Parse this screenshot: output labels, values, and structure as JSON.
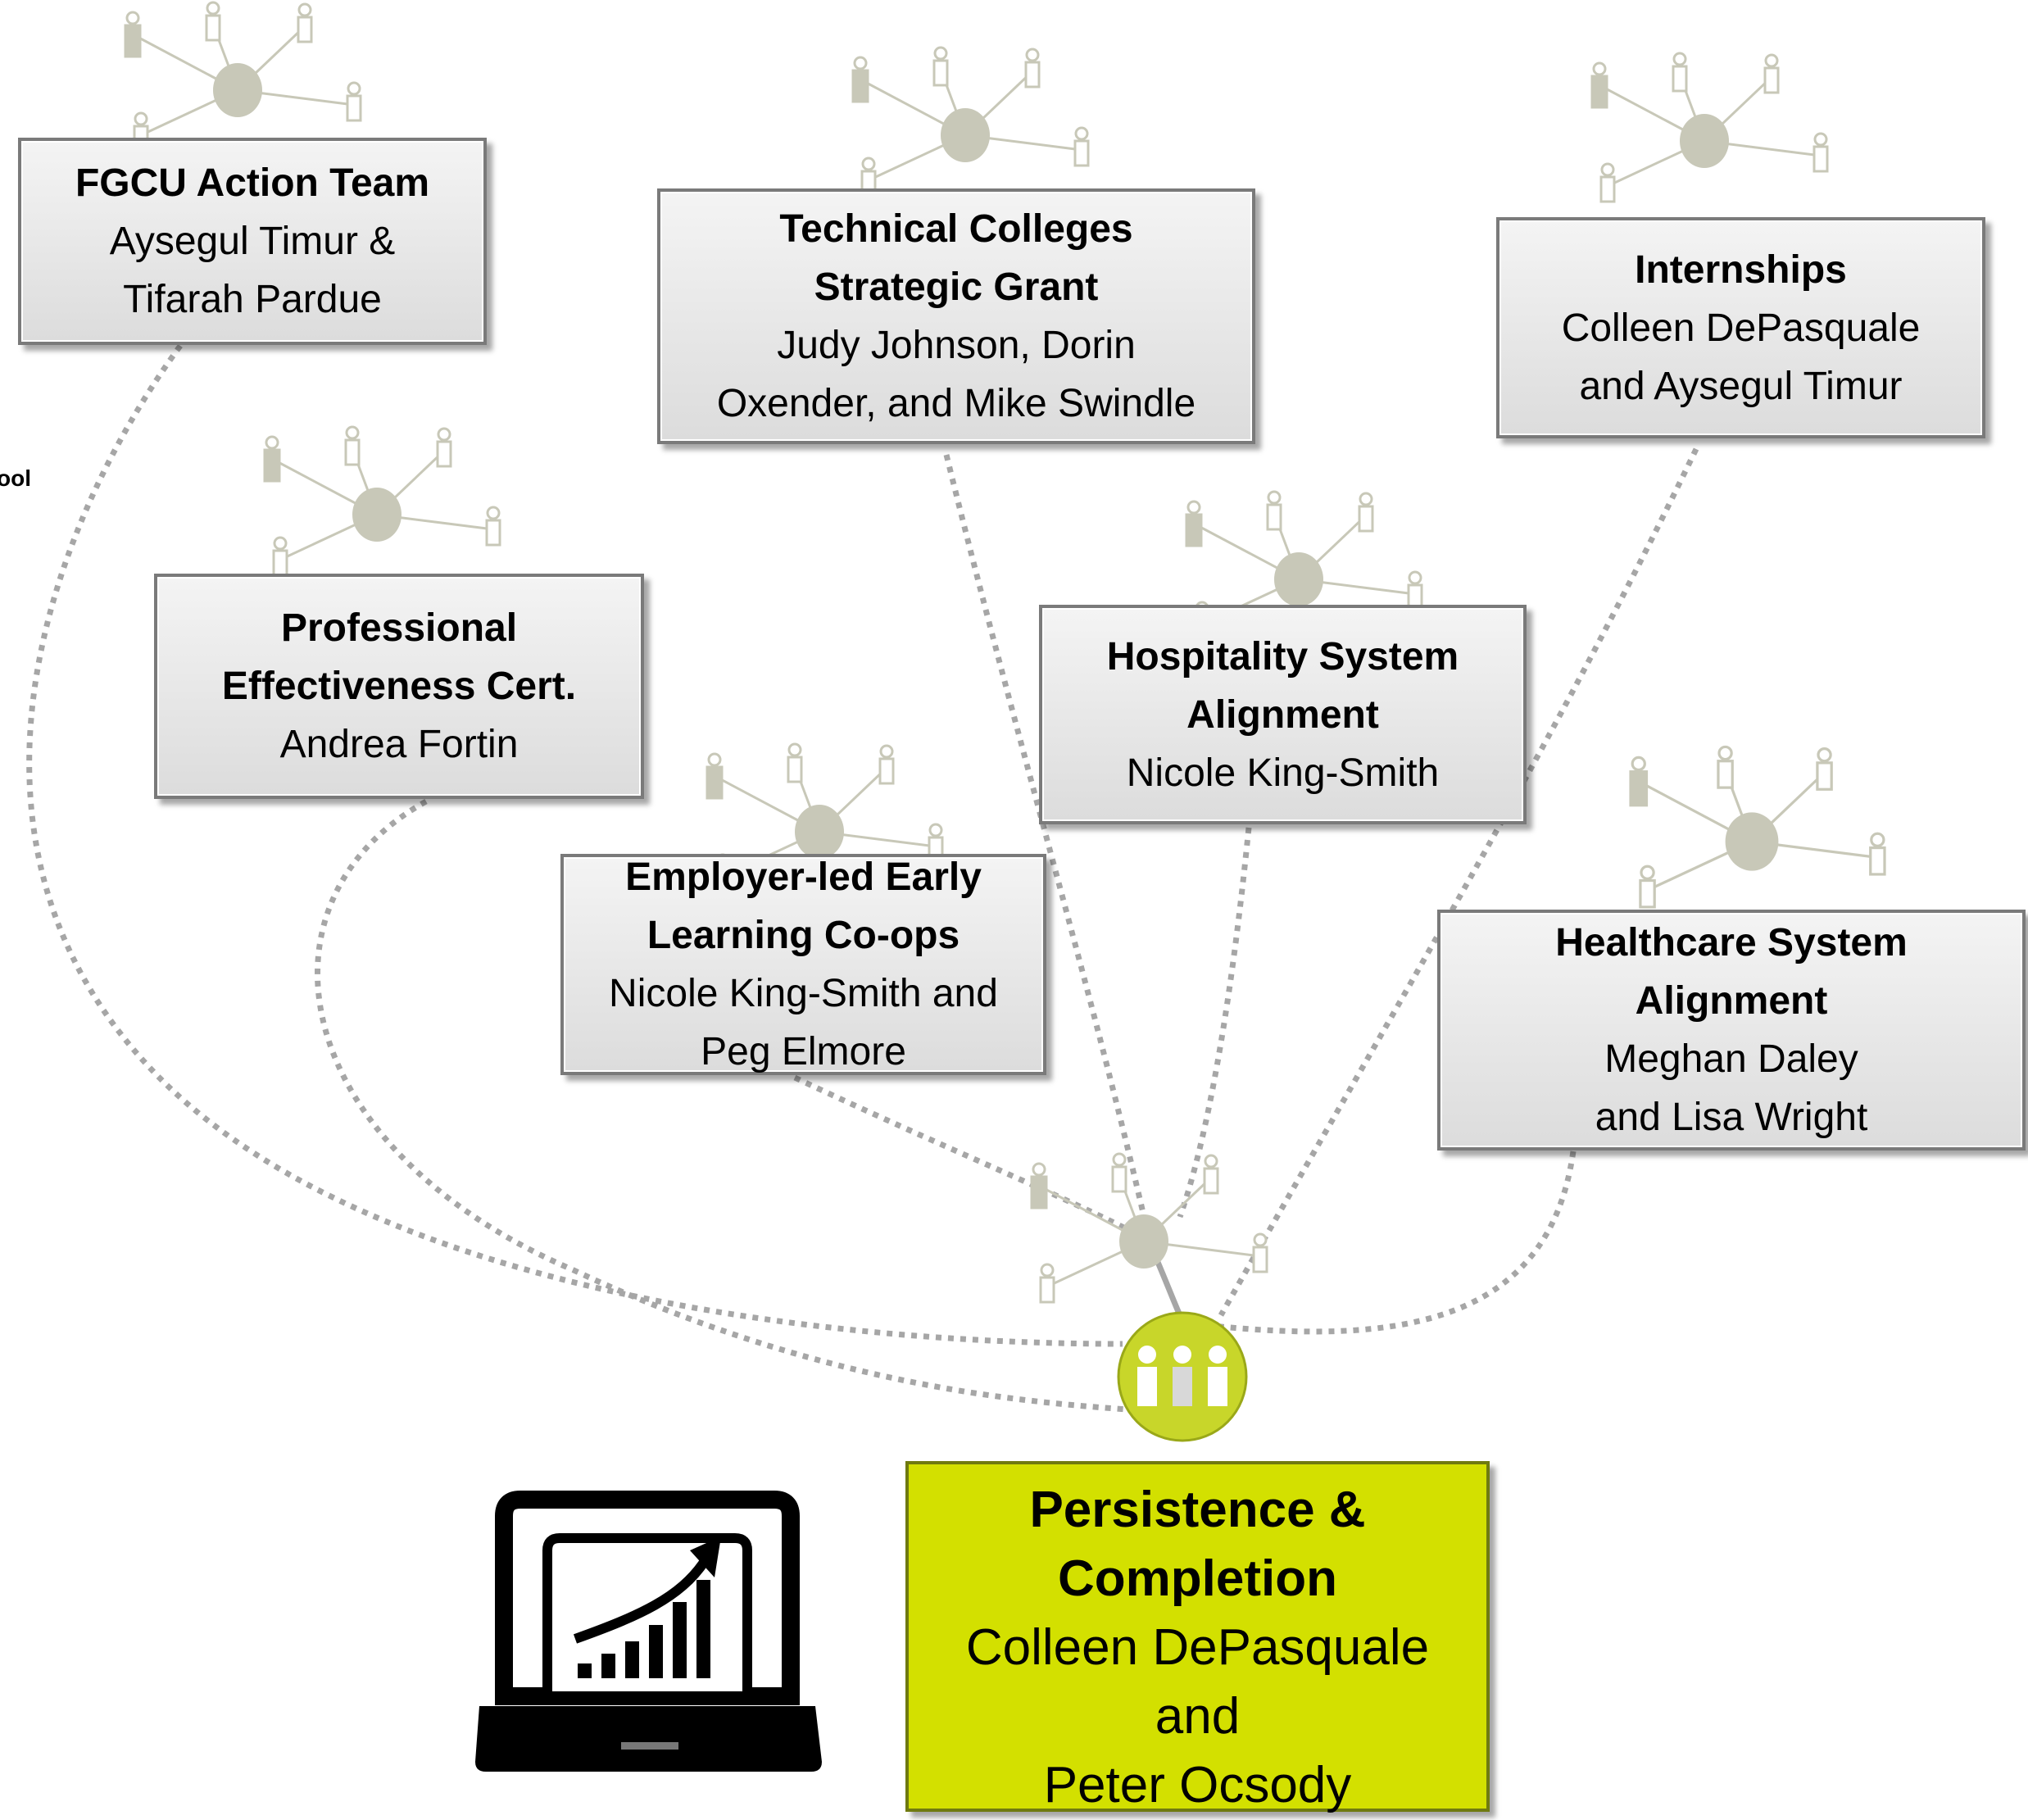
{
  "cut_label": "ool",
  "nodes": {
    "fgcu": {
      "title": "FGCU Action Team",
      "names": [
        "Aysegul Timur &",
        "Tifarah Pardue"
      ]
    },
    "technical": {
      "title": [
        "Technical Colleges",
        "Strategic Grant"
      ],
      "names": [
        "Judy Johnson, Dorin",
        "Oxender, and Mike Swindle"
      ]
    },
    "internships": {
      "title": "Internships",
      "names": [
        "Colleen DePasquale",
        "and Aysegul Timur"
      ]
    },
    "professional": {
      "title": [
        "Professional",
        "Effectiveness Cert."
      ],
      "names": [
        "Andrea Fortin"
      ]
    },
    "hospitality": {
      "title": [
        "Hospitality System",
        "Alignment"
      ],
      "names": [
        "Nicole King-Smith"
      ]
    },
    "employer": {
      "title": [
        "Employer-led Early",
        "Learning Co-ops"
      ],
      "names": [
        "Nicole King-Smith and",
        "Peg Elmore"
      ]
    },
    "healthcare": {
      "title": [
        "Healthcare System",
        "Alignment"
      ],
      "names": [
        "Meghan Daley",
        "and Lisa Wright"
      ]
    },
    "persistence": {
      "title": [
        "Persistence &",
        "Completion"
      ],
      "names": [
        "Colleen  DePasquale",
        "and",
        "Peter  Ocsody"
      ]
    }
  },
  "icons": [
    "network-icon",
    "people-group-icon",
    "laptop-growth-chart-icon",
    "upward-arrow-icon"
  ],
  "colors": {
    "box_fill": "#e6e6e6",
    "box_border": "#7a7a7a",
    "network_gray": "#c8c8b8",
    "hub_green": "#c8d62a",
    "persistence_fill": "#d3e000",
    "connector": "#a0a0a0"
  }
}
